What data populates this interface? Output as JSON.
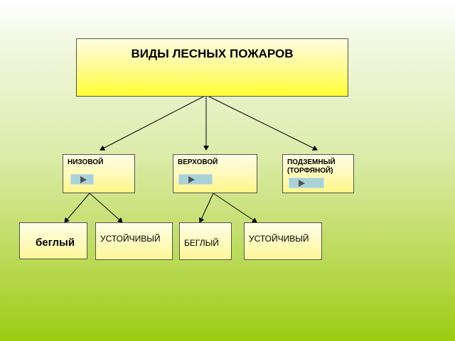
{
  "title": "ВИДЫ ЛЕСНЫХ ПОЖАРОВ",
  "categories": [
    {
      "label": "НИЗОВОЙ",
      "play_icon": "play-icon"
    },
    {
      "label": "ВЕРХОВОЙ",
      "play_icon": "play-icon"
    },
    {
      "label": "ПОДЗЕМНЫЙ (ТОРФЯНОЙ)",
      "play_icon": "play-icon"
    }
  ],
  "leaves": [
    "беглый",
    "УСТОЙЧИВЫЙ",
    "БЕГЛЫЙ",
    "УСТОЙЧИВЫЙ"
  ]
}
